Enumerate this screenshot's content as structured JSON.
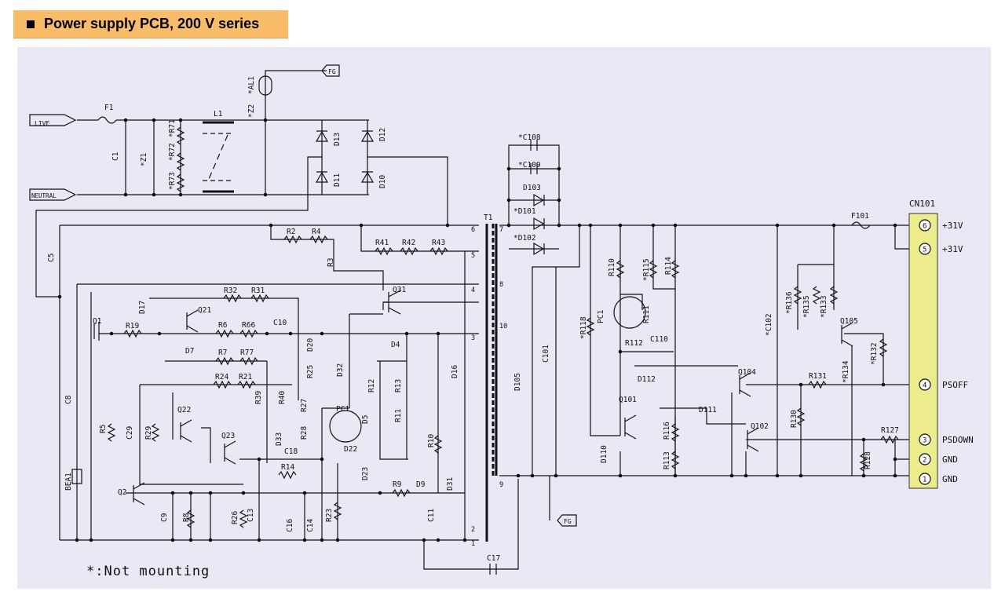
{
  "title": "Power supply PCB, 200 V series",
  "note": "*:Not mounting",
  "connector": {
    "name": "CN101",
    "pins": [
      {
        "num": "6",
        "label": "+31V"
      },
      {
        "num": "5",
        "label": "+31V"
      },
      {
        "num": "4",
        "label": "PSOFF"
      },
      {
        "num": "3",
        "label": "PSDOWN"
      },
      {
        "num": "2",
        "label": "GND"
      },
      {
        "num": "1",
        "label": "GND"
      }
    ]
  },
  "inputs": {
    "live": "LIVE",
    "neutral": "NEUTRAL",
    "fg_top": "FG",
    "fg_bottom": "FG"
  },
  "transformer": {
    "name": "T1",
    "pins": [
      "6",
      "5",
      "4",
      "3",
      "2",
      "1",
      "7",
      "8",
      "10",
      "9"
    ]
  },
  "components": [
    {
      "ref": "F1"
    },
    {
      "ref": "C1"
    },
    {
      "ref": "*Z1"
    },
    {
      "ref": "*R71"
    },
    {
      "ref": "*R72"
    },
    {
      "ref": "*R73"
    },
    {
      "ref": "L1"
    },
    {
      "ref": "*Z2"
    },
    {
      "ref": "*AL1"
    },
    {
      "ref": "D13"
    },
    {
      "ref": "D12"
    },
    {
      "ref": "D11"
    },
    {
      "ref": "D10"
    },
    {
      "ref": "C5"
    },
    {
      "ref": "R2"
    },
    {
      "ref": "R4"
    },
    {
      "ref": "R3"
    },
    {
      "ref": "R41"
    },
    {
      "ref": "R42"
    },
    {
      "ref": "R43"
    },
    {
      "ref": "Q31"
    },
    {
      "ref": "R32"
    },
    {
      "ref": "R31"
    },
    {
      "ref": "D17"
    },
    {
      "ref": "Q21"
    },
    {
      "ref": "Q1"
    },
    {
      "ref": "R19"
    },
    {
      "ref": "R6"
    },
    {
      "ref": "R66"
    },
    {
      "ref": "C10"
    },
    {
      "ref": "D7"
    },
    {
      "ref": "R7"
    },
    {
      "ref": "R77"
    },
    {
      "ref": "D20"
    },
    {
      "ref": "R25"
    },
    {
      "ref": "D4"
    },
    {
      "ref": "D32"
    },
    {
      "ref": "R24"
    },
    {
      "ref": "R21"
    },
    {
      "ref": "R39"
    },
    {
      "ref": "R40"
    },
    {
      "ref": "R12"
    },
    {
      "ref": "R13"
    },
    {
      "ref": "D16"
    },
    {
      "ref": "C8"
    },
    {
      "ref": "R5"
    },
    {
      "ref": "C29"
    },
    {
      "ref": "R29"
    },
    {
      "ref": "Q22"
    },
    {
      "ref": "Q23"
    },
    {
      "ref": "D33"
    },
    {
      "ref": "R27"
    },
    {
      "ref": "R28"
    },
    {
      "ref": "PC1"
    },
    {
      "ref": "D5"
    },
    {
      "ref": "R11"
    },
    {
      "ref": "C18"
    },
    {
      "ref": "D22"
    },
    {
      "ref": "R14"
    },
    {
      "ref": "D23"
    },
    {
      "ref": "R10"
    },
    {
      "ref": "BEA1"
    },
    {
      "ref": "Q2"
    },
    {
      "ref": "C9"
    },
    {
      "ref": "R8"
    },
    {
      "ref": "R26"
    },
    {
      "ref": "C13"
    },
    {
      "ref": "C16"
    },
    {
      "ref": "C14"
    },
    {
      "ref": "R23"
    },
    {
      "ref": "R9"
    },
    {
      "ref": "D9"
    },
    {
      "ref": "D31"
    },
    {
      "ref": "C11"
    },
    {
      "ref": "C17"
    },
    {
      "ref": "*C108"
    },
    {
      "ref": "*C109"
    },
    {
      "ref": "D103"
    },
    {
      "ref": "*D101"
    },
    {
      "ref": "*D102"
    },
    {
      "ref": "C101"
    },
    {
      "ref": "D105"
    },
    {
      "ref": "R110"
    },
    {
      "ref": "*R115"
    },
    {
      "ref": "R114"
    },
    {
      "ref": "*R118"
    },
    {
      "ref": "PC1"
    },
    {
      "ref": "R111"
    },
    {
      "ref": "R112"
    },
    {
      "ref": "C110"
    },
    {
      "ref": "D112"
    },
    {
      "ref": "Q101"
    },
    {
      "ref": "D110"
    },
    {
      "ref": "R116"
    },
    {
      "ref": "R113"
    },
    {
      "ref": "D111"
    },
    {
      "ref": "Q104"
    },
    {
      "ref": "Q102"
    },
    {
      "ref": "*C102"
    },
    {
      "ref": "*R136"
    },
    {
      "ref": "*R135"
    },
    {
      "ref": "*R133"
    },
    {
      "ref": "Q105"
    },
    {
      "ref": "*R132"
    },
    {
      "ref": "*R134"
    },
    {
      "ref": "R131"
    },
    {
      "ref": "R130"
    },
    {
      "ref": "R127"
    },
    {
      "ref": "R128"
    },
    {
      "ref": "F101"
    }
  ]
}
